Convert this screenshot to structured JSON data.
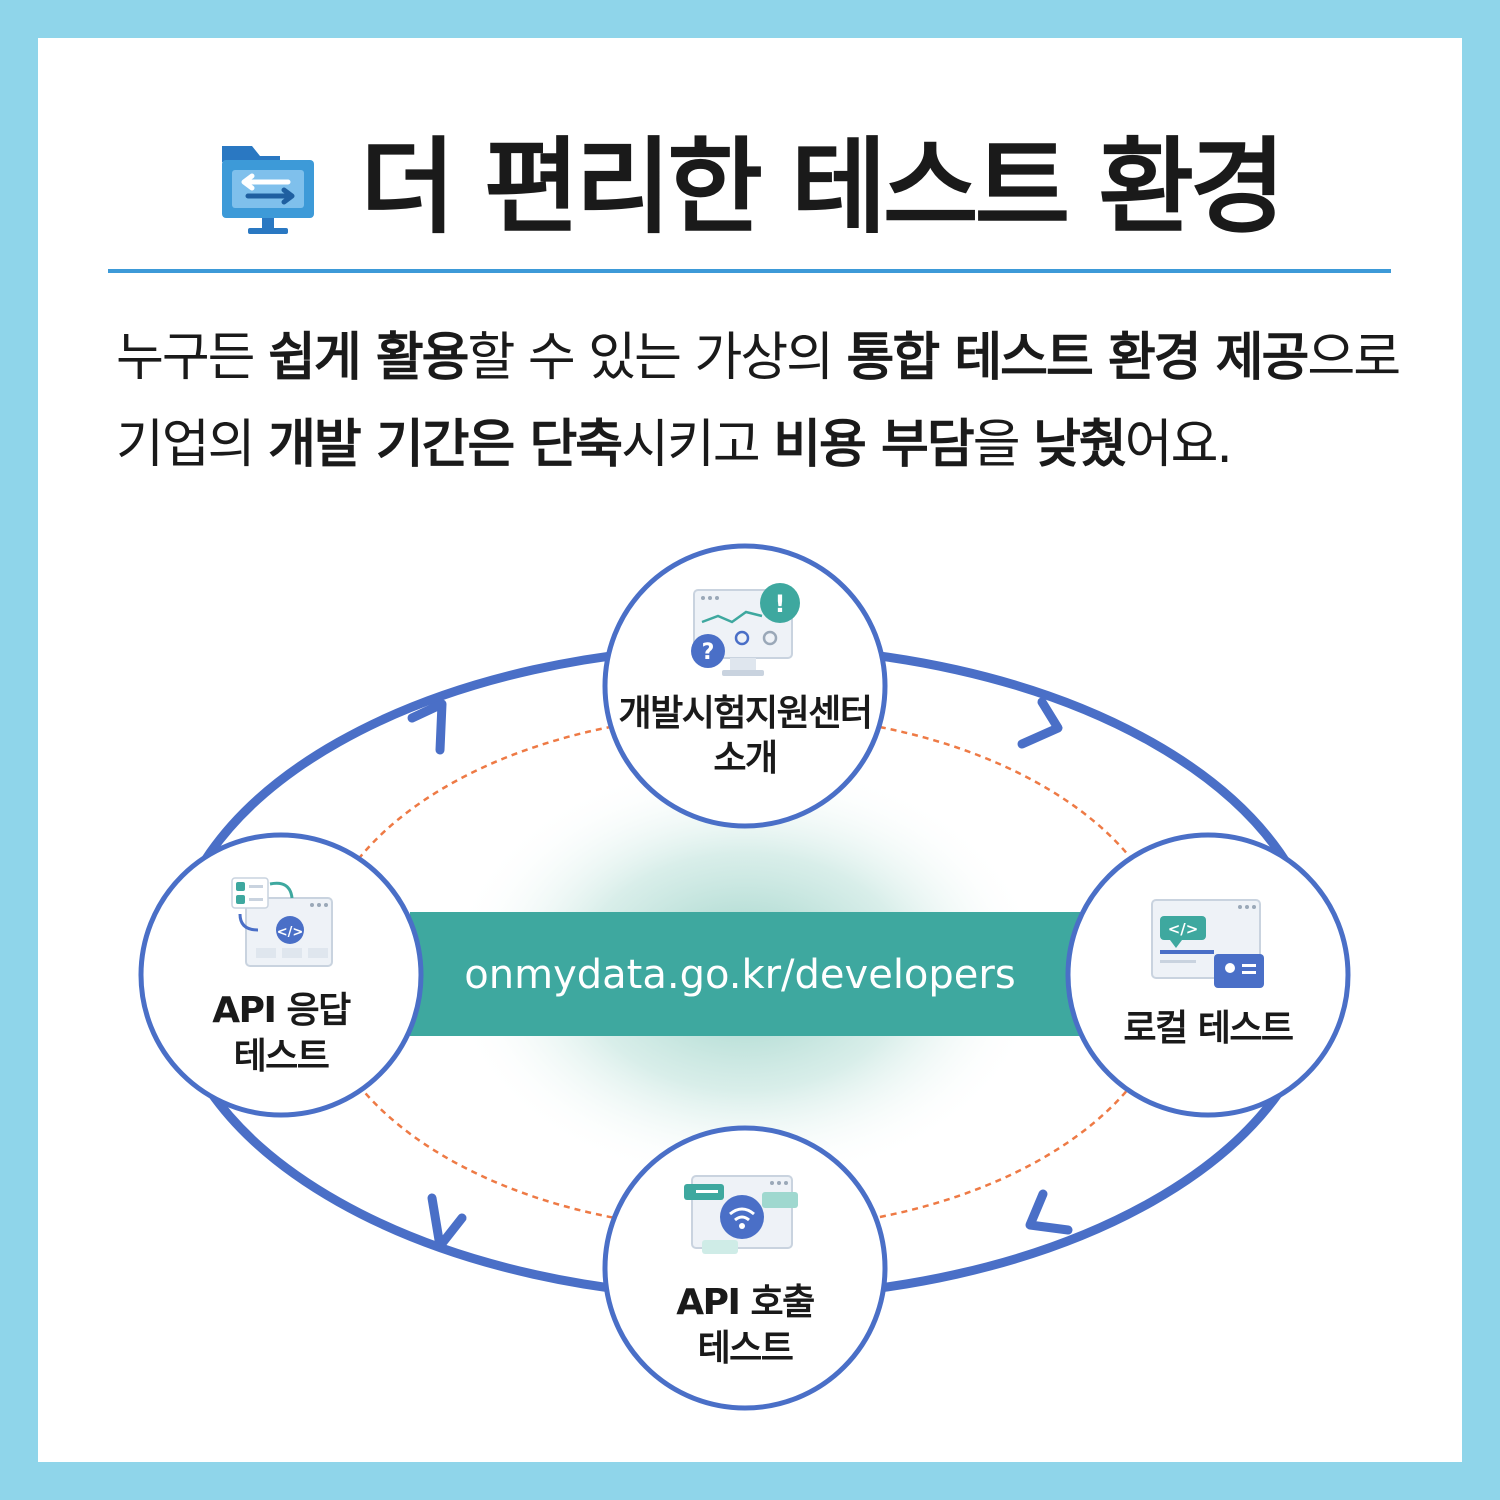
{
  "header": {
    "icon": "folder-monitor-transfer-icon",
    "title": "더 편리한 테스트 환경"
  },
  "description": {
    "segments": [
      {
        "text": "누구든 ",
        "bold": false
      },
      {
        "text": "쉽게 활용",
        "bold": true
      },
      {
        "text": "할 수 있는 가상의 ",
        "bold": false
      },
      {
        "text": "통합 테스트 환경 제공",
        "bold": true
      },
      {
        "text": "으로 기업의 ",
        "bold": false
      },
      {
        "text": "개발 기간은 단축",
        "bold": true
      },
      {
        "text": "시키고 ",
        "bold": false
      },
      {
        "text": "비용 부담",
        "bold": true
      },
      {
        "text": "을 ",
        "bold": false
      },
      {
        "text": "낮췄",
        "bold": true
      },
      {
        "text": "어요.",
        "bold": false
      }
    ]
  },
  "diagram": {
    "url": "onmydata.go.kr/developers",
    "nodes": {
      "top": {
        "line1": "개발시험지원센터",
        "line2": "소개",
        "icon": "monitor-chart-question-icon"
      },
      "right": {
        "line1": "로컬 테스트",
        "icon": "browser-code-location-icon"
      },
      "bottom": {
        "line1": "API 호출",
        "line2": "테스트",
        "icon": "browser-wifi-messages-icon"
      },
      "left": {
        "line1": "API 응답",
        "line2": "테스트",
        "icon": "browser-code-checklist-icon"
      }
    },
    "colors": {
      "ring": "#4a6fc7",
      "dashed": "#ee7a45",
      "band": "#3ea89f",
      "glow": "#8fccc0"
    }
  }
}
